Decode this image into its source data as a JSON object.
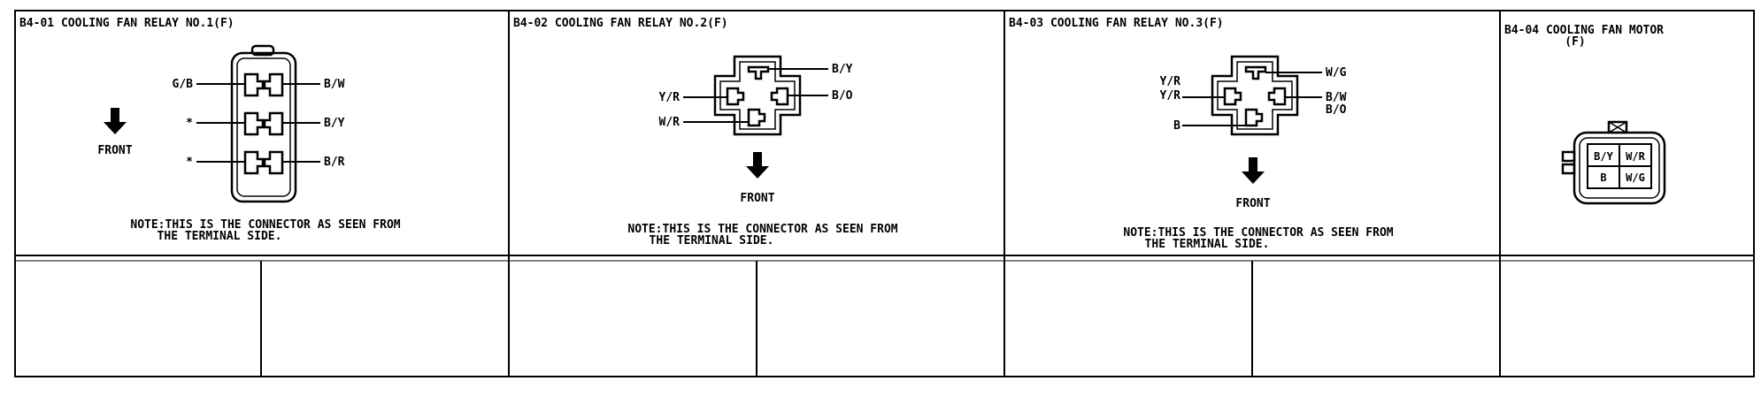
{
  "panels": [
    {
      "title": "B4-01 COOLING FAN RELAY NO.1(F)",
      "wires": {
        "left_top": "G/B",
        "left_mid": "*",
        "left_bot": "*",
        "right_top": "B/W",
        "right_mid": "B/Y",
        "right_bot": "B/R"
      },
      "front_label": "FRONT",
      "note_line1": "NOTE:THIS IS THE CONNECTOR AS SEEN FROM",
      "note_line2": "THE TERMINAL SIDE."
    },
    {
      "title": "B4-02 COOLING FAN RELAY NO.2(F)",
      "wires": {
        "left_top": "Y/R",
        "left_bot": "W/R",
        "right_top": "B/Y",
        "right_bot": "B/O"
      },
      "front_label": "FRONT",
      "note_line1": "NOTE:THIS IS THE CONNECTOR AS SEEN FROM",
      "note_line2": "THE TERMINAL SIDE."
    },
    {
      "title": "B4-03 COOLING FAN RELAY NO.3(F)",
      "wires": {
        "left_1": "Y/R",
        "left_2": "Y/R",
        "left_3": "B",
        "right_1": "W/G",
        "right_2": "B/W",
        "right_3": "B/O"
      },
      "front_label": "FRONT",
      "note_line1": "NOTE:THIS IS THE CONNECTOR AS SEEN FROM",
      "note_line2": "THE TERMINAL SIDE."
    },
    {
      "title_line1": "B4-04 COOLING FAN MOTOR",
      "title_line2": "(F)",
      "cells": [
        "B/Y",
        "W/R",
        "B",
        "W/G"
      ]
    }
  ]
}
